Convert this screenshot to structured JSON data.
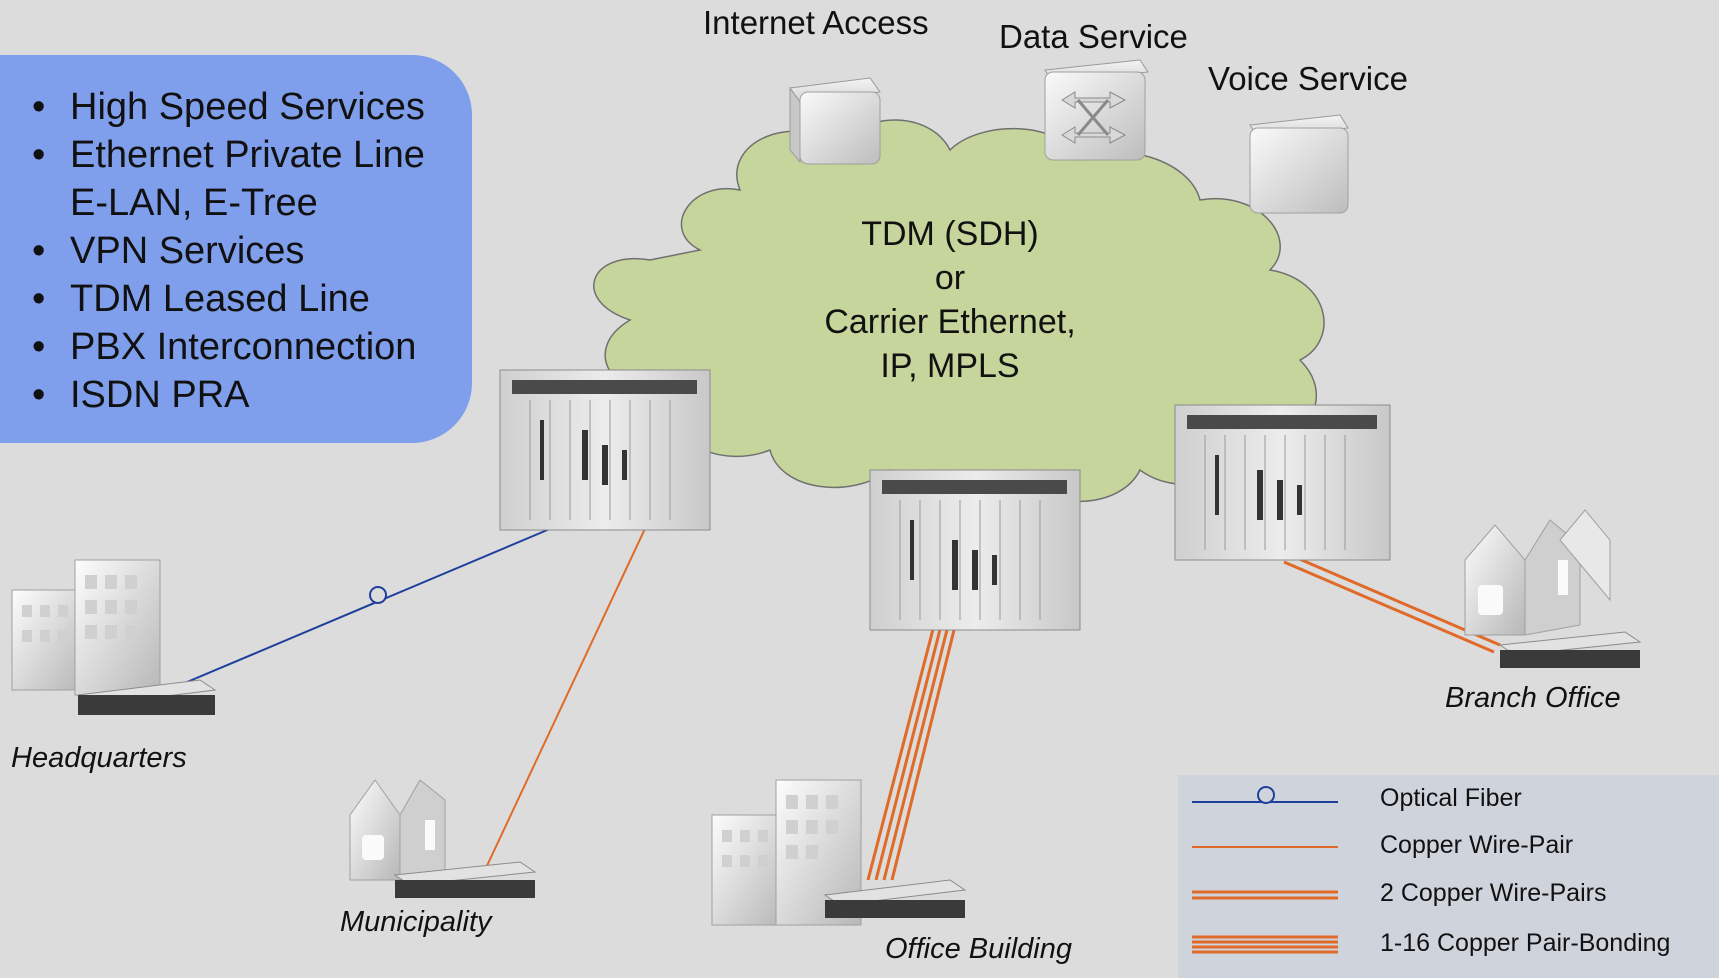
{
  "services": [
    {
      "text": "High Speed Services",
      "bullet": true
    },
    {
      "text": "Ethernet Private Line",
      "bullet": true
    },
    {
      "text": "E-LAN, E-Tree",
      "bullet": false
    },
    {
      "text": "VPN Services",
      "bullet": true
    },
    {
      "text": "TDM Leased Line",
      "bullet": true
    },
    {
      "text": "PBX Interconnection",
      "bullet": true
    },
    {
      "text": "ISDN PRA",
      "bullet": true
    }
  ],
  "service_nodes": {
    "internet": "Internet Access",
    "data": "Data Service",
    "voice": "Voice Service"
  },
  "cloud": {
    "line1": "TDM (SDH)",
    "line2": "or",
    "line3": "Carrier Ethernet,",
    "line4": "IP, MPLS"
  },
  "sites": {
    "headquarters": "Headquarters",
    "municipality": "Municipality",
    "office_building": "Office Building",
    "branch_office": "Branch Office"
  },
  "legend": [
    {
      "label": "Optical Fiber",
      "style": "fiber"
    },
    {
      "label": "Copper Wire-Pair",
      "style": "copper-1"
    },
    {
      "label": "2 Copper Wire-Pairs",
      "style": "copper-2"
    },
    {
      "label": "1-16 Copper Pair-Bonding",
      "style": "copper-16"
    }
  ],
  "colors": {
    "background": "#dcdcdc",
    "services_box": "#7f9fec",
    "cloud_fill": "#c5d59b",
    "fiber": "#1f3f9c",
    "copper": "#e06a28",
    "legend_bg": "#cfd4dc"
  }
}
